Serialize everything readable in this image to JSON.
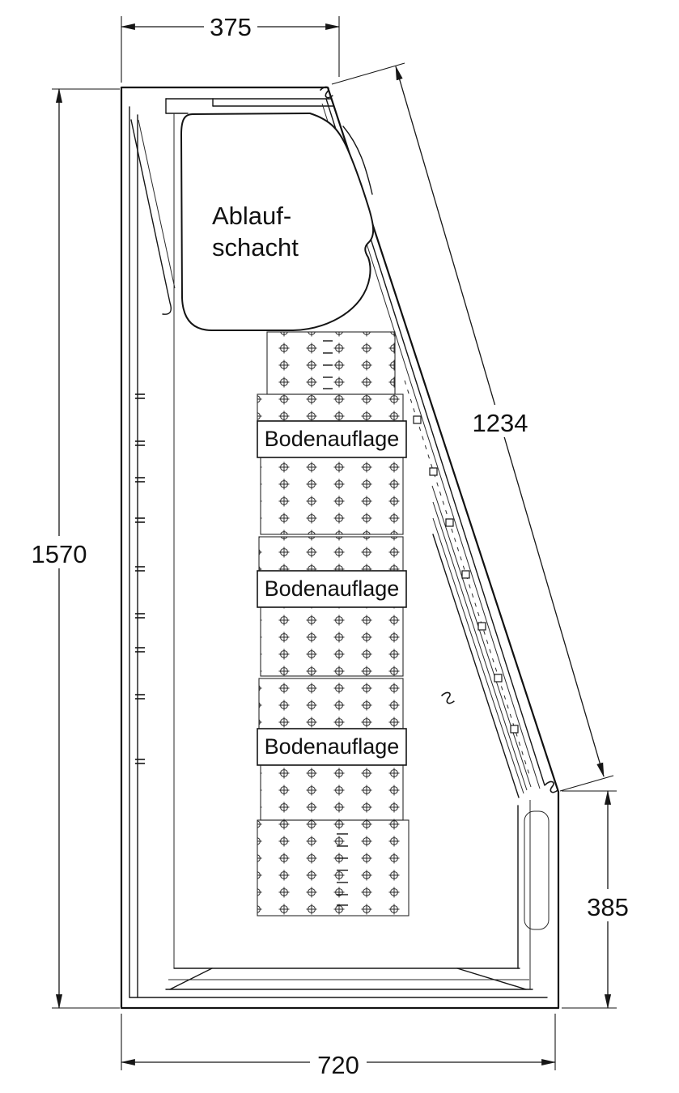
{
  "drawing": {
    "kind": "technical-section-drawing",
    "dimensions": {
      "top_width": "375",
      "left_height": "1570",
      "diagonal_length": "1234",
      "right_height": "385",
      "bottom_width": "720"
    },
    "labels": {
      "drain_shaft_line1": "Ablauf-",
      "drain_shaft_line2": "schacht",
      "shelf_supports": [
        "Bodenauflage",
        "Bodenauflage",
        "Bodenauflage"
      ]
    },
    "colors": {
      "line": "#161616",
      "background": "#ffffff"
    }
  }
}
